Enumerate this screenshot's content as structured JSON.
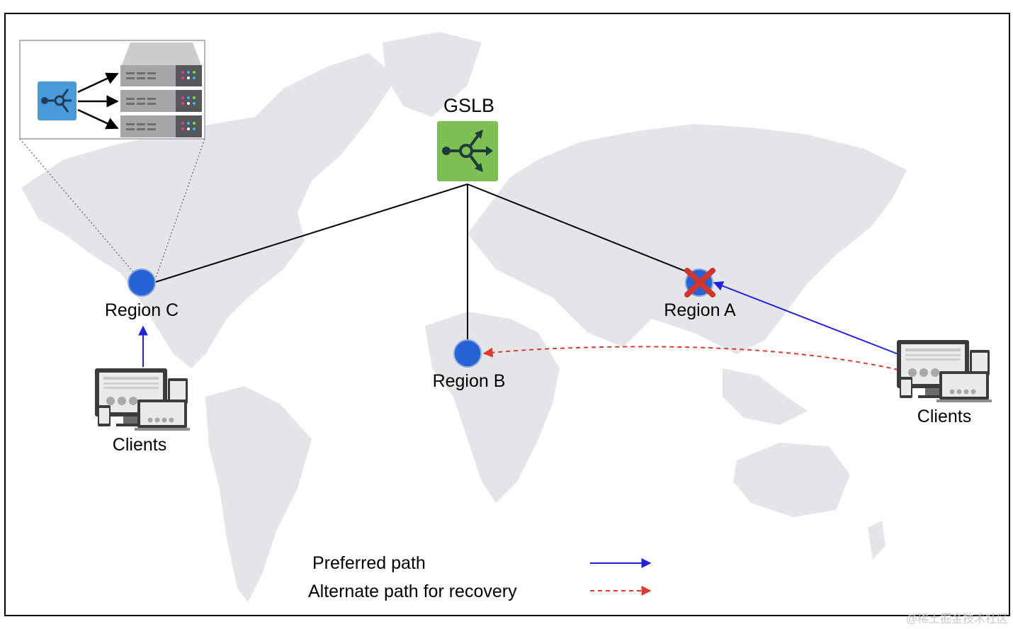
{
  "title": "GSLB",
  "regions": [
    {
      "id": "c",
      "label": "Region C",
      "status": "healthy"
    },
    {
      "id": "b",
      "label": "Region B",
      "status": "healthy"
    },
    {
      "id": "a",
      "label": "Region A",
      "status": "failed"
    }
  ],
  "clients": [
    {
      "id": "left",
      "label": "Clients",
      "preferred_target": "Region C"
    },
    {
      "id": "right",
      "label": "Clients",
      "preferred_target": "Region A",
      "recovery_target": "Region B"
    }
  ],
  "legend": {
    "preferred": "Preferred path",
    "alternate": "Alternate path for recovery"
  },
  "colors": {
    "preferred_path": "#2222dd",
    "alternate_path": "#e03a2f",
    "region_node": "#2563d6",
    "failure_mark": "#d2352b",
    "gslb_box": "#7dbf53",
    "load_balancer": "#4a9ad9",
    "map_land": "#e4e5e8"
  },
  "icons": [
    "gslb-load-balancer-icon",
    "local-load-balancer-icon",
    "server-rack-icon",
    "client-devices-icon",
    "failure-x-icon"
  ],
  "watermark": "@稀土掘金技术社区"
}
